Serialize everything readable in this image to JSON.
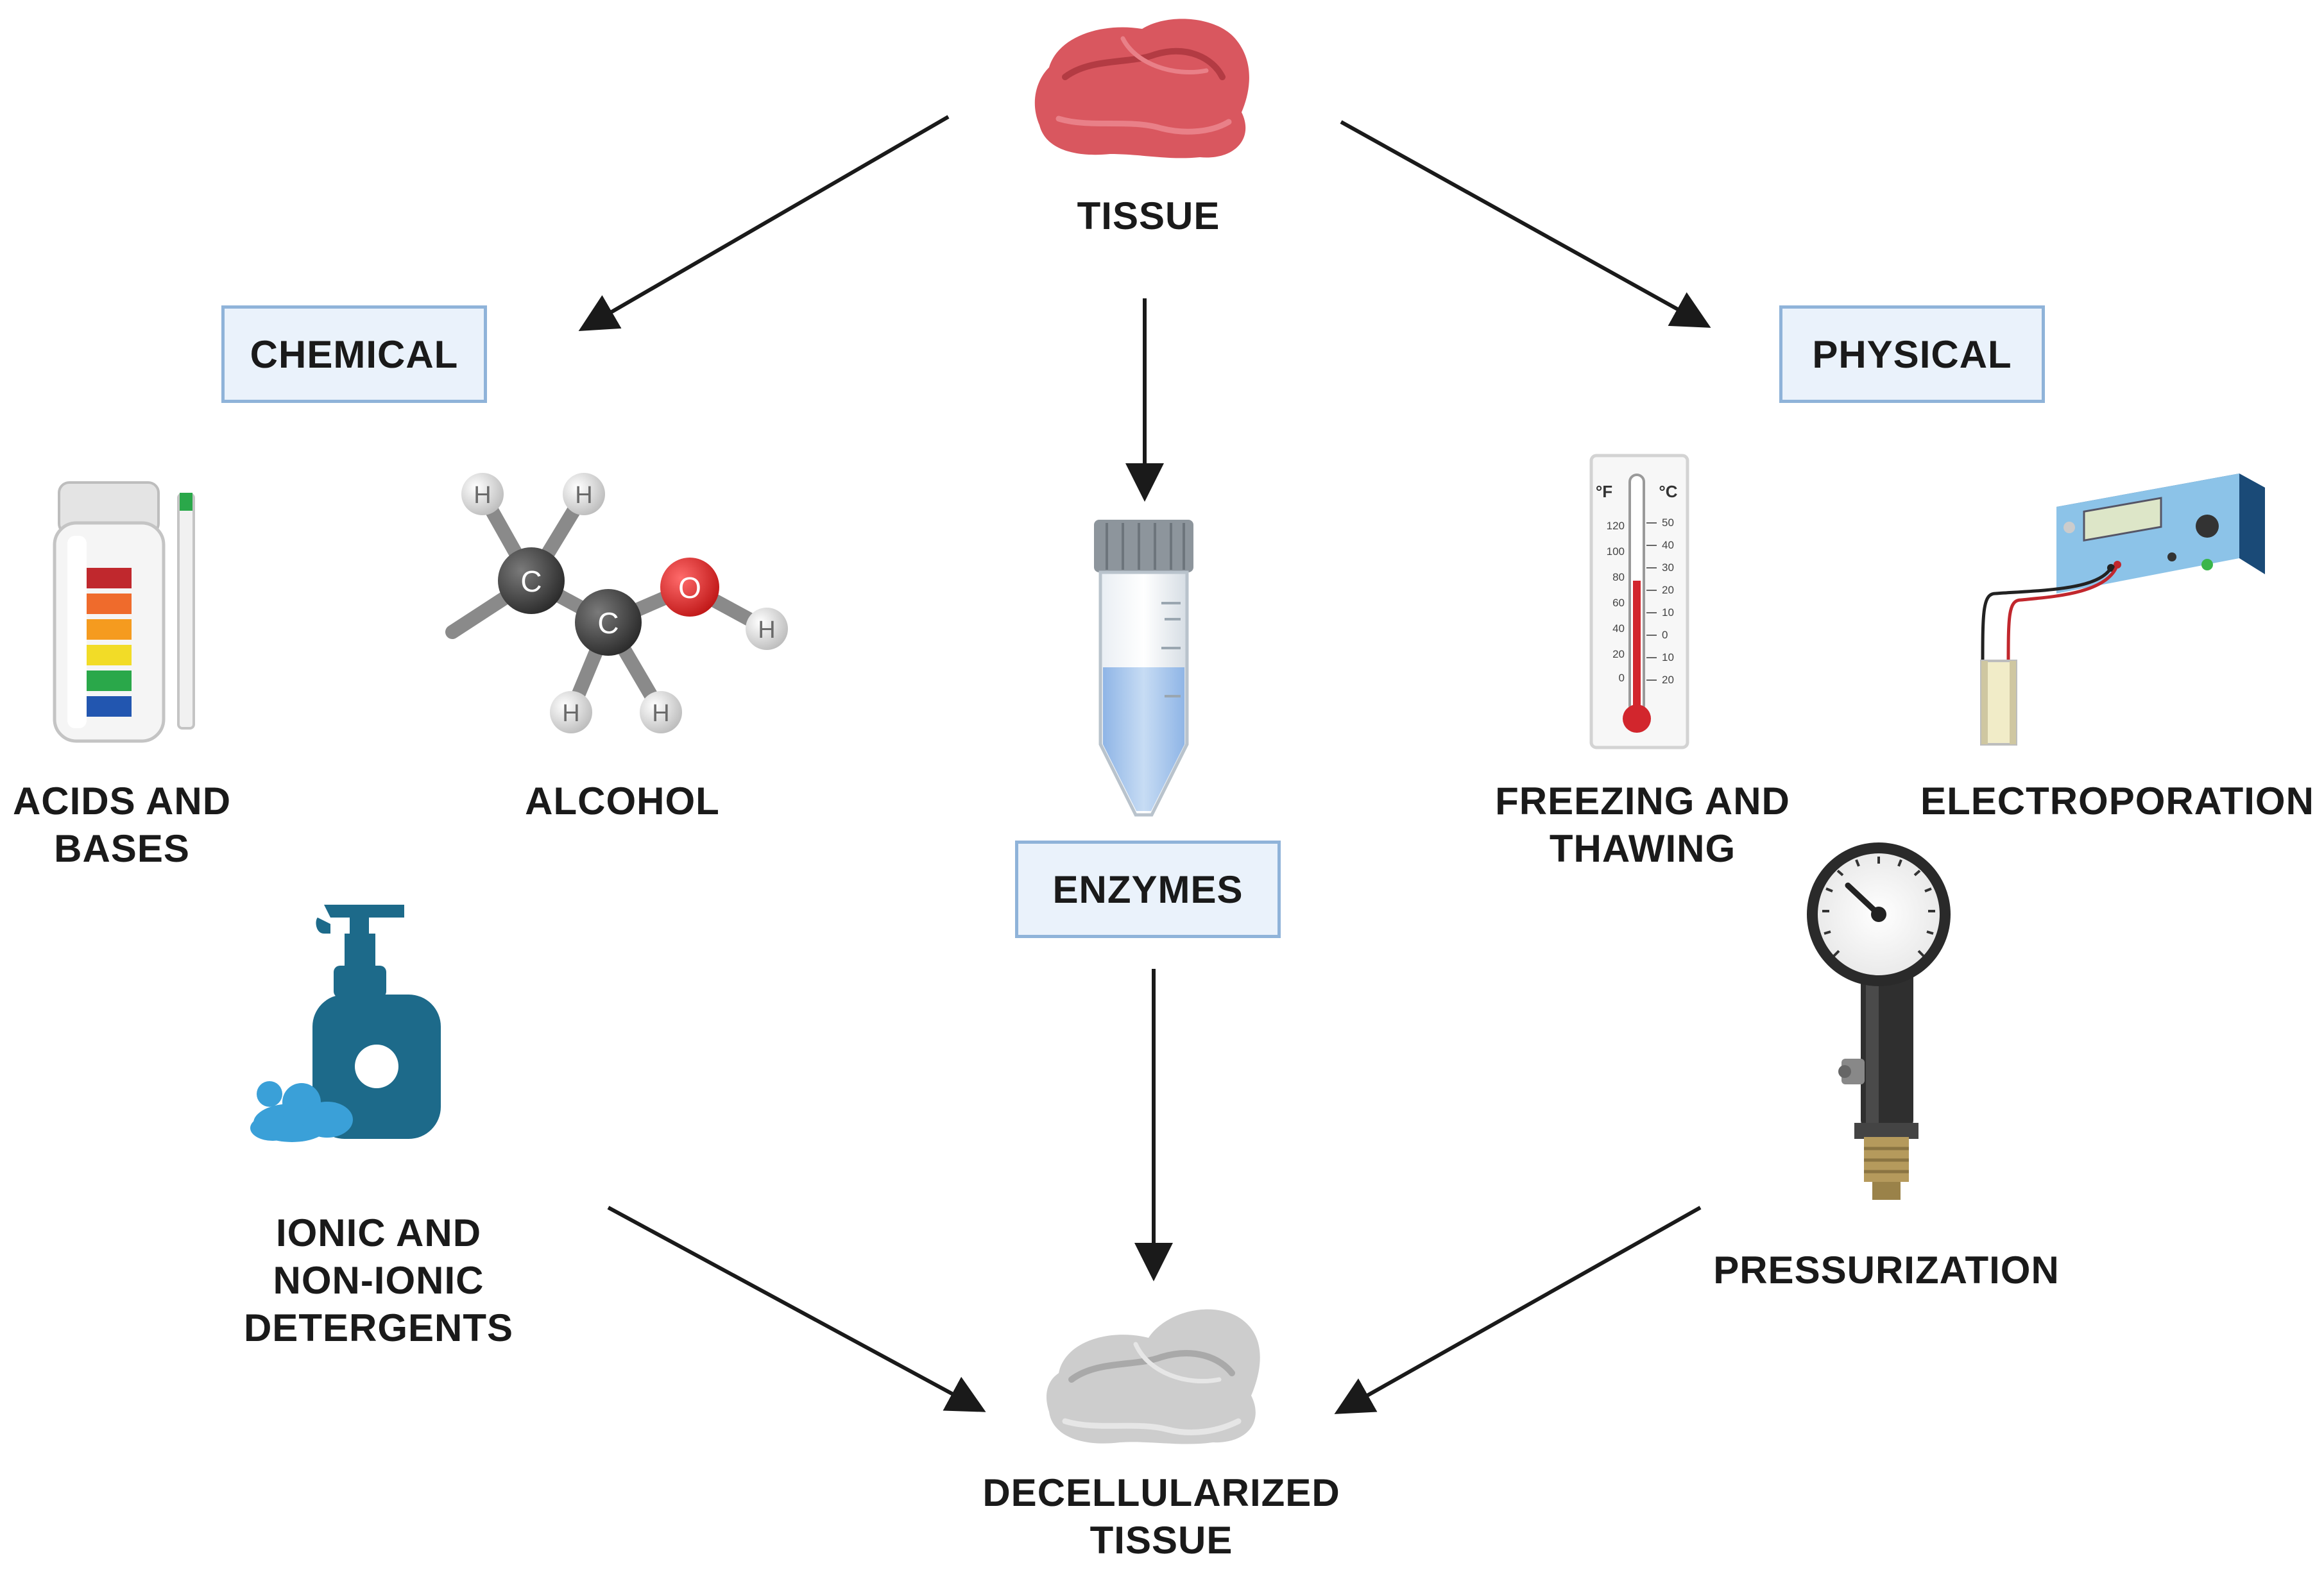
{
  "labels": {
    "tissue": "TISSUE",
    "acids_line1": "ACIDS AND",
    "acids_line2": "BASES",
    "alcohol": "ALCOHOL",
    "detergents_line1": "IONIC AND",
    "detergents_line2": "NON-IONIC",
    "detergents_line3": "DETERGENTS",
    "freezing_line1": "FREEZING AND",
    "freezing_line2": "THAWING",
    "electroporation": "ELECTROPORATION",
    "pressurization": "PRESSURIZATION",
    "decell_line1": "DECELLULARIZED",
    "decell_line2": "TISSUE"
  },
  "boxes": {
    "chemical": "CHEMICAL",
    "physical": "PHYSICAL",
    "enzymes": "ENZYMES"
  },
  "molecule_atoms": {
    "h": "H",
    "c": "C",
    "o": "O"
  },
  "thermometer": {
    "unit_f": "°F",
    "unit_c": "°C",
    "f_ticks": [
      "120",
      "100",
      "80",
      "60",
      "40",
      "20",
      "0"
    ],
    "c_ticks": [
      "50",
      "40",
      "30",
      "20",
      "10",
      "0",
      "10",
      "20"
    ]
  },
  "colors": {
    "tissue": "#d9575f",
    "decellularized": "#c8c8c8",
    "box_fill": "#eaf2fb",
    "box_border": "#8fb3d9",
    "soap": "#1d6a8a",
    "arrow": "#1a1a1a"
  }
}
